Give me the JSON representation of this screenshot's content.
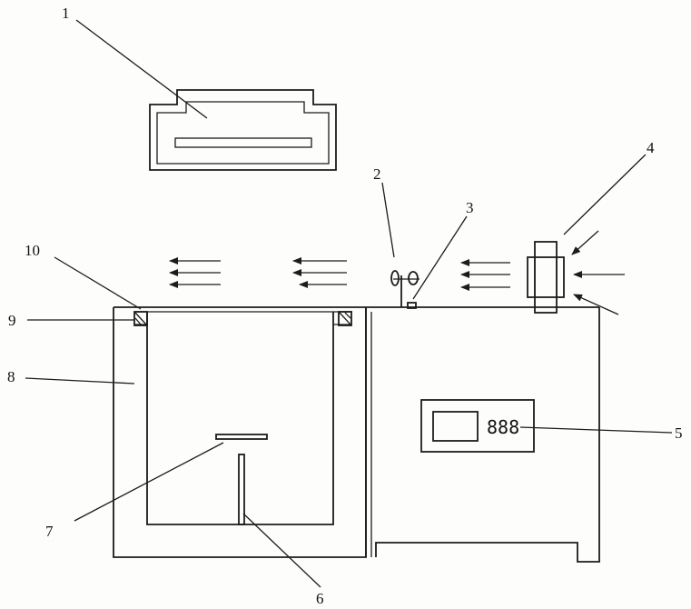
{
  "labels": {
    "l1": "1",
    "l2": "2",
    "l3": "3",
    "l4": "4",
    "l5": "5",
    "l6": "6",
    "l7": "7",
    "l8": "8",
    "l9": "9",
    "l10": "10"
  },
  "display": {
    "digits": "888"
  }
}
